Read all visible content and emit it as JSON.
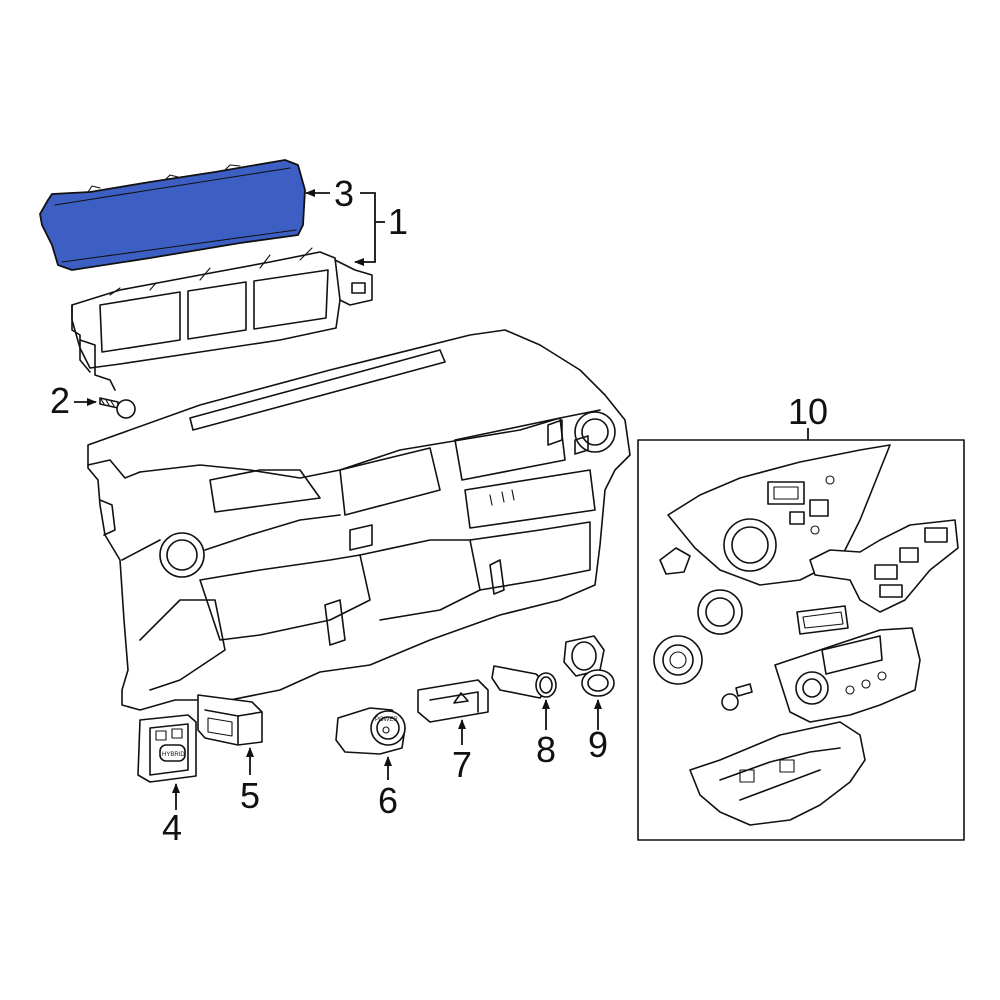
{
  "colors": {
    "highlight": "#3d5fc4",
    "line": "#111111",
    "background": "#ffffff"
  },
  "callouts": {
    "c1": "1",
    "c2": "2",
    "c3": "3",
    "c4": "4",
    "c5": "5",
    "c6": "6",
    "c7": "7",
    "c8": "8",
    "c9": "9",
    "c10": "10"
  },
  "part_markings": {
    "power_button": "POWER",
    "switch_label": "HYBRID"
  }
}
